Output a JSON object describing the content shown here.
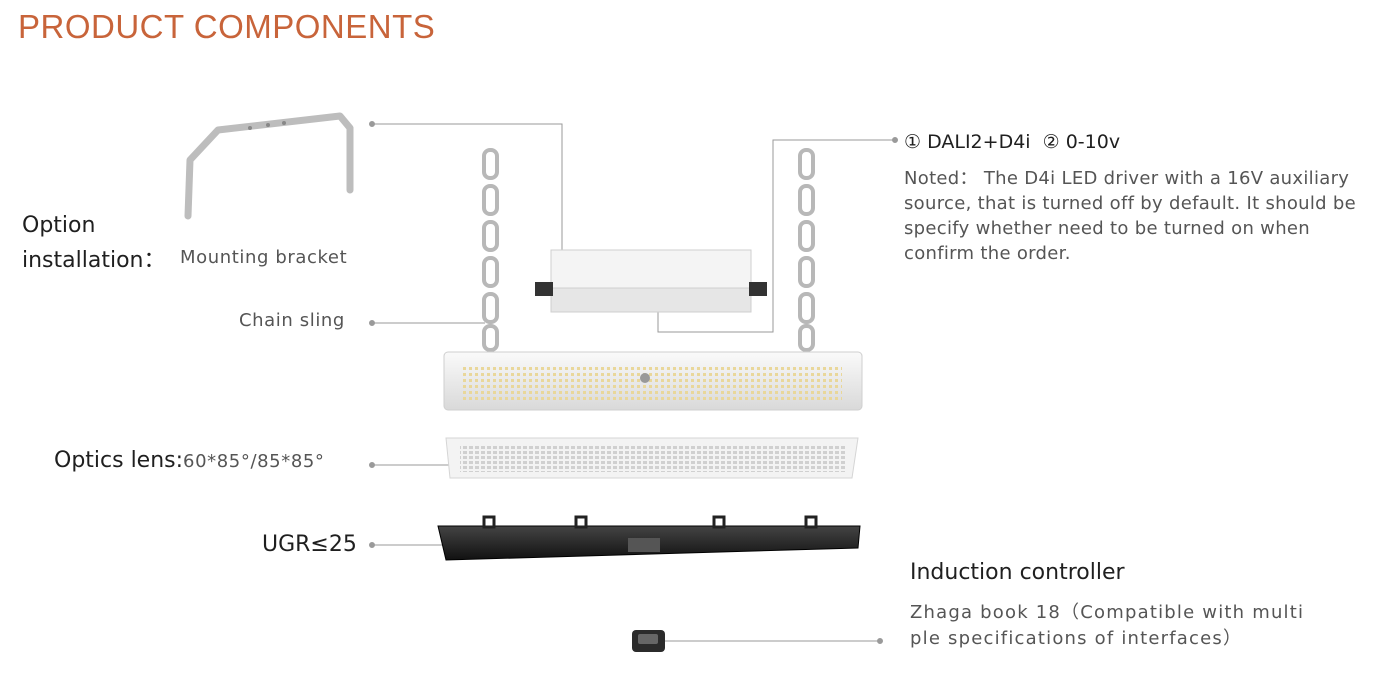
{
  "title": "PRODUCT COMPONENTS",
  "labels": {
    "option_line1": "Option",
    "option_line2": "installation：",
    "mounting_bracket": "Mounting bracket",
    "chain_sling": "Chain sling",
    "optics_lens_bold": "Optics lens:",
    "optics_lens_values": "60*85°/85*85°",
    "ugr": "UGR≤25",
    "driver_options": "① DALI2+D4i  ② 0-10v",
    "driver_note_1": "Noted： The D4i LED driver with a 16V auxiliary",
    "driver_note_2": "source, that is turned off by default. It should be",
    "driver_note_3": "specify whether need to be turned on when",
    "driver_note_4": "confirm the order.",
    "induction_controller": "Induction controller",
    "zhaga_1": "Zhaga book 18（Compatible with multi",
    "zhaga_2": "ple specifications of interfaces）"
  },
  "colors": {
    "title": "#c8643a",
    "leader_line": "#9a9a9a",
    "housing": "#f2f2f2",
    "reflector": "#2a2a2a",
    "chain": "#b8b8b8"
  }
}
